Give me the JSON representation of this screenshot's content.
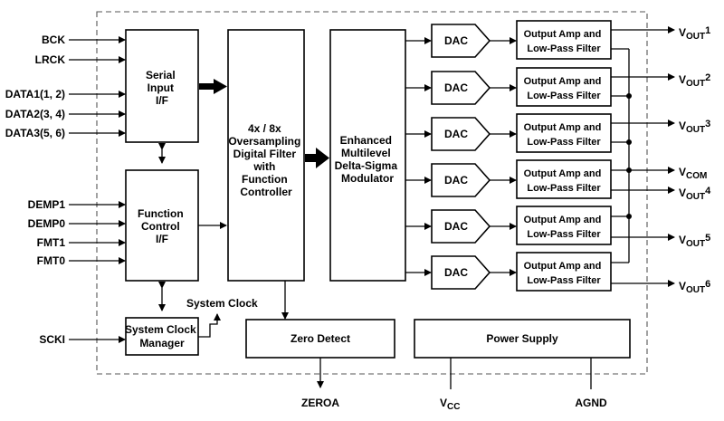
{
  "inputs": {
    "bck": "BCK",
    "lrck": "LRCK",
    "data1": "DATA1(1, 2)",
    "data2": "DATA2(3, 4)",
    "data3": "DATA3(5, 6)",
    "demp1": "DEMP1",
    "demp0": "DEMP0",
    "fmt1": "FMT1",
    "fmt0": "FMT0",
    "scki": "SCKI"
  },
  "blocks": {
    "serial_if": [
      "Serial",
      "Input",
      "I/F"
    ],
    "function_if": [
      "Function",
      "Control",
      "I/F"
    ],
    "clock_manager": [
      "System Clock",
      "Manager"
    ],
    "system_clock_label": "System Clock",
    "digital_filter": [
      "4x / 8x",
      "Oversampling",
      "Digital Filter",
      "with",
      "Function",
      "Controller"
    ],
    "modulator": [
      "Enhanced",
      "Multilevel",
      "Delta-Sigma",
      "Modulator"
    ],
    "dac": "DAC",
    "amp_filter": [
      "Output Amp and",
      "Low-Pass Filter"
    ],
    "zero_detect": "Zero Detect",
    "power_supply": "Power Supply"
  },
  "outputs": {
    "vout_prefix": "V",
    "vout_sub": "OUT",
    "channels": [
      "1",
      "2",
      "3",
      "4",
      "5",
      "6"
    ],
    "vcom_prefix": "V",
    "vcom_sub": "COM"
  },
  "pins_bottom": {
    "zeroa": "ZEROA",
    "vcc_prefix": "V",
    "vcc_sub": "CC",
    "agnd": "AGND"
  }
}
